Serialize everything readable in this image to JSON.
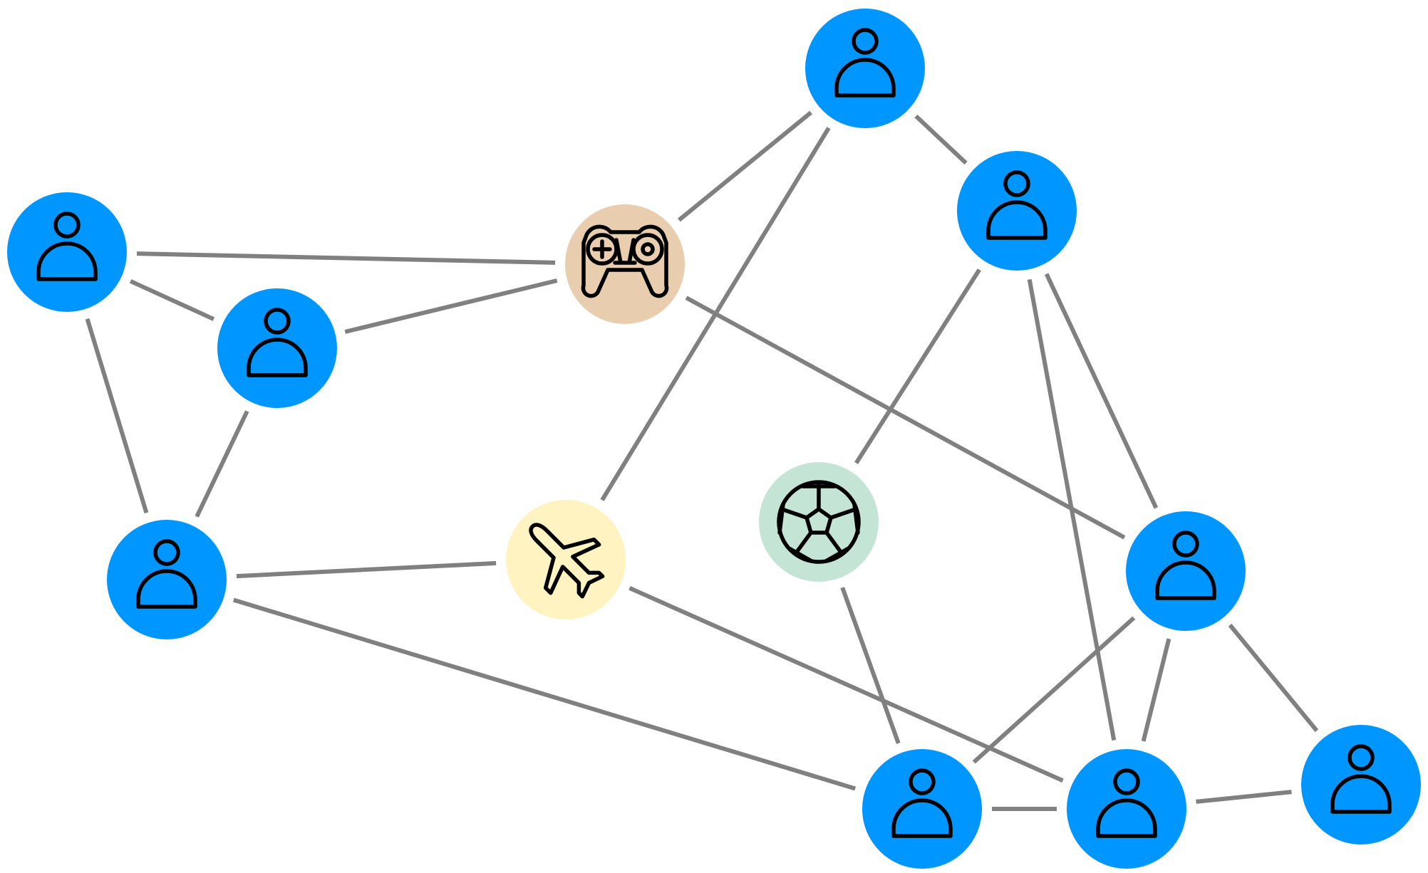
{
  "diagram": {
    "colors": {
      "background": "#ffffff",
      "edge": "#808080",
      "person": "#0096ff",
      "gaming": "#e8cdae",
      "travel": "#fff4c1",
      "sports": "#c4e5d5",
      "icon_stroke": "#000000"
    },
    "nodes": [
      {
        "id": "p1",
        "kind": "person",
        "icon": "user-icon"
      },
      {
        "id": "p2",
        "kind": "person",
        "icon": "user-icon"
      },
      {
        "id": "p3",
        "kind": "person",
        "icon": "user-icon"
      },
      {
        "id": "p4",
        "kind": "person",
        "icon": "user-icon"
      },
      {
        "id": "p5",
        "kind": "person",
        "icon": "user-icon"
      },
      {
        "id": "p6",
        "kind": "person",
        "icon": "user-icon"
      },
      {
        "id": "p7",
        "kind": "person",
        "icon": "user-icon"
      },
      {
        "id": "p8",
        "kind": "person",
        "icon": "user-icon"
      },
      {
        "id": "p9",
        "kind": "person",
        "icon": "user-icon"
      },
      {
        "id": "p10",
        "kind": "person",
        "icon": "user-icon"
      },
      {
        "id": "gaming",
        "kind": "gaming",
        "icon": "game-controller-icon"
      },
      {
        "id": "travel",
        "kind": "travel",
        "icon": "airplane-icon"
      },
      {
        "id": "sports",
        "kind": "sports",
        "icon": "soccer-ball-icon"
      }
    ],
    "edges": [
      [
        "p1",
        "gaming"
      ],
      [
        "p1",
        "p2"
      ],
      [
        "p1",
        "p3"
      ],
      [
        "p2",
        "gaming"
      ],
      [
        "p2",
        "p3"
      ],
      [
        "p3",
        "travel"
      ],
      [
        "p3",
        "p8"
      ],
      [
        "p4",
        "gaming"
      ],
      [
        "p4",
        "travel"
      ],
      [
        "p4",
        "p5"
      ],
      [
        "p5",
        "sports"
      ],
      [
        "p5",
        "p9"
      ],
      [
        "p5",
        "p7"
      ],
      [
        "gaming",
        "p7"
      ],
      [
        "travel",
        "p9"
      ],
      [
        "sports",
        "p8"
      ],
      [
        "p7",
        "p8"
      ],
      [
        "p7",
        "p9"
      ],
      [
        "p7",
        "p10"
      ],
      [
        "p8",
        "p9"
      ],
      [
        "p9",
        "p10"
      ]
    ]
  }
}
